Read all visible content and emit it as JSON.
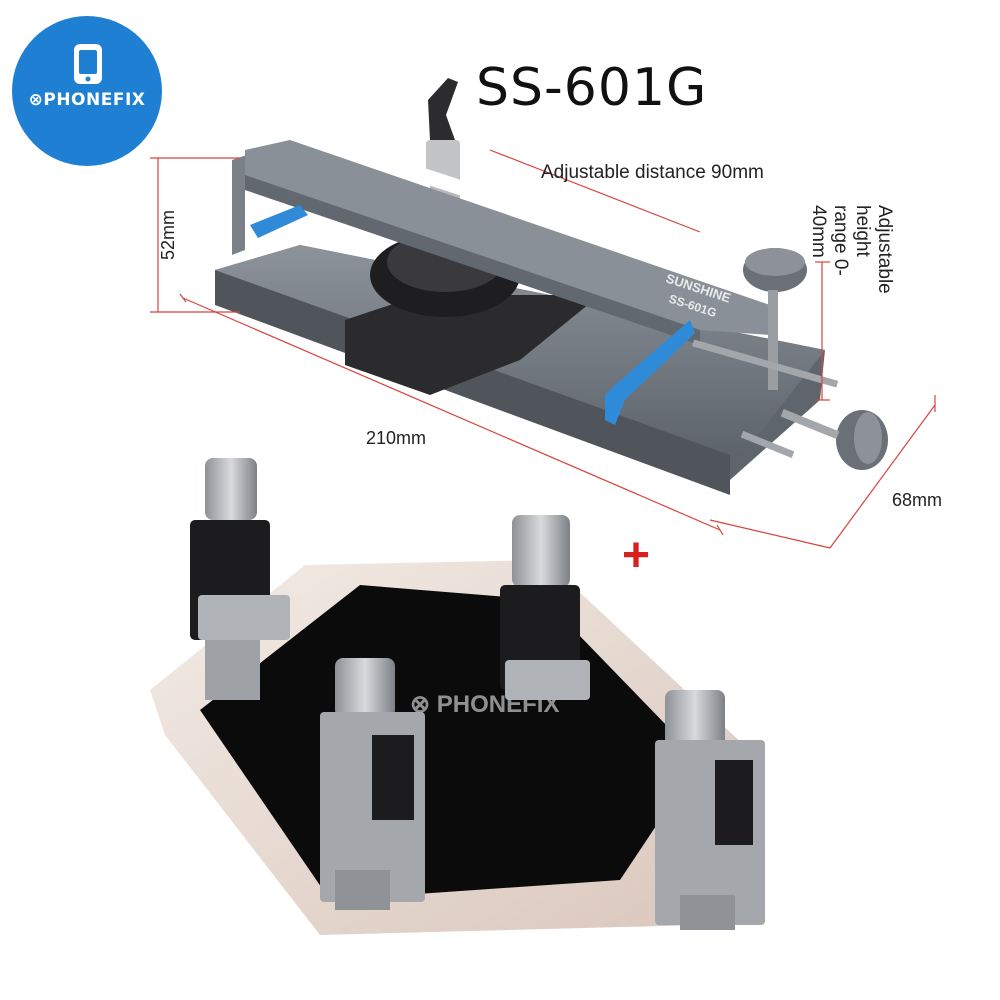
{
  "brand": {
    "logo_text": "⊗PHONEFIX",
    "watermark": "⊗ PHONEFIX"
  },
  "product": {
    "model": "SS-601G",
    "plate_brand": "SUNSHINE",
    "plate_model": "SS-601G"
  },
  "dimensions": {
    "height": "52mm",
    "length": "210mm",
    "width": "68mm",
    "distance": "Adjustable distance 90mm",
    "adj_height_line1": "Adjustable height",
    "adj_height_line2": "range 0-40mm"
  },
  "plus_sign": "+",
  "colors": {
    "brand_blue": "#1f7fd2",
    "accent_blue": "#2f8ad8",
    "plus_red": "#d8201f",
    "dim_line": "#d8433e"
  }
}
